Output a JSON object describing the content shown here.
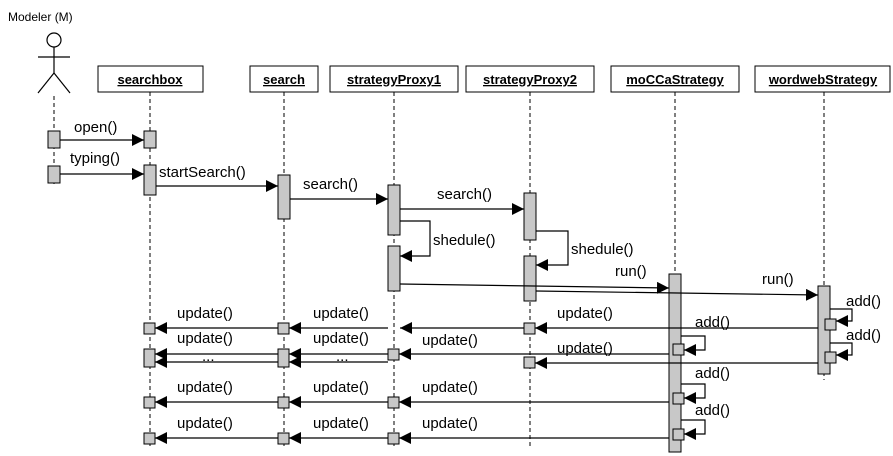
{
  "actor": {
    "label": "Modeler (M)"
  },
  "participants": [
    "searchbox",
    "search",
    "strategyProxy1",
    "strategyProxy2",
    "moCCaStrategy",
    "wordwebStrategy"
  ],
  "messages": {
    "open": "open()",
    "typing": "typing()",
    "start_search": "startSearch()",
    "search1": "search()",
    "search2": "search()",
    "shedule1": "shedule()",
    "shedule2": "shedule()",
    "run1": "run()",
    "run2": "run()",
    "add_w1": "add()",
    "add_w2": "add()",
    "update_p2_sp1": "update()",
    "update_sp1_s": "update()",
    "update_s_sb": "update()",
    "update_s_sb_b": "update()",
    "update_sp1_s_b": "update()",
    "update_w_p2": "update()",
    "add_m1": "add()",
    "update_m_sp1": "update()",
    "update_w_sp2": "update()",
    "dots1": "...",
    "dots2": "...",
    "add_m2": "add()",
    "update_r6_1": "update()",
    "update_r6_2": "update()",
    "update_r6_3": "update()",
    "add_m3": "add()",
    "update_r7_1": "update()",
    "update_r7_2": "update()",
    "update_r7_3": "update()"
  }
}
